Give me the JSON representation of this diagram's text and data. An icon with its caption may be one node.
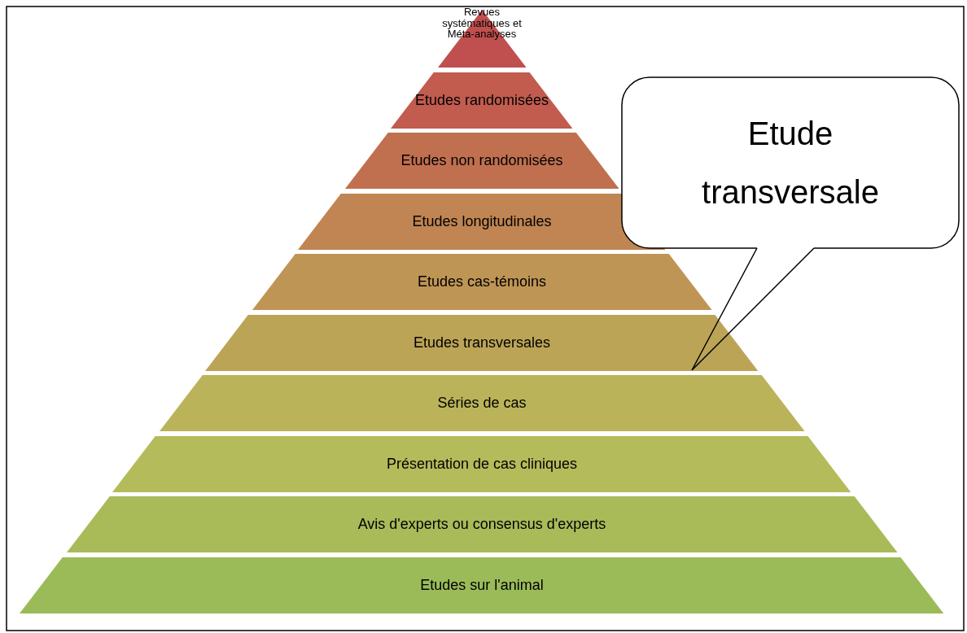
{
  "diagram": {
    "nodes": [
      {
        "text": [
          "Revues systématiques et Méta-analyses"
        ]
      },
      {
        "text": [
          "Etudes randomisées"
        ]
      },
      {
        "text": [
          "Etudes non randomisées"
        ]
      },
      {
        "text": [
          "Etudes longitudinales"
        ]
      },
      {
        "text": [
          "Etudes cas-témoins"
        ]
      },
      {
        "text": [
          "Etudes transversales"
        ]
      },
      {
        "text": [
          "Séries de cas"
        ]
      },
      {
        "text": [
          "Présentation de cas cliniques"
        ]
      },
      {
        "text": [
          "Avis d'experts ou consensus d'experts"
        ]
      },
      {
        "text": [
          "Etudes sur l'animal"
        ]
      },
      {
        "text": [
          "Etude transversale"
        ]
      }
    ],
    "edges": [
      {
        "from": 10,
        "to": 5,
        "arrow": "none"
      }
    ]
  }
}
